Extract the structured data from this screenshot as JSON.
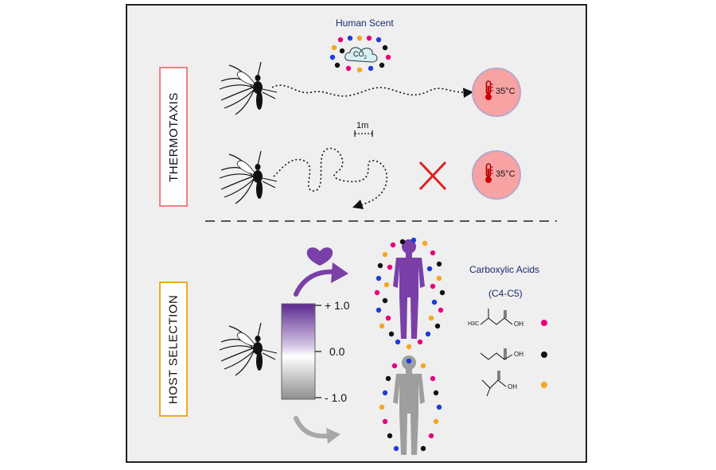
{
  "thermotaxis": {
    "section_label": "THERMOTAXIS",
    "scent_label": "Human Scent",
    "co2_label": "CO",
    "co2_sub": "2",
    "temperature": "35°C",
    "scale_label": "1m"
  },
  "host_selection": {
    "section_label": "HOST SELECTION",
    "scale_max": "+ 1.0",
    "scale_mid": "0.0",
    "scale_min": "- 1.0",
    "acids_title": "Carboxylic Acids",
    "acids_subtitle": "(C4-C5)",
    "molecules": [
      {
        "substituent": "H3C",
        "group": "OH",
        "dot_color": "#e6007e"
      },
      {
        "group": "OH",
        "dot_color": "#111111"
      },
      {
        "group": "OH",
        "dot_color": "#f5a623"
      }
    ]
  },
  "colors": {
    "thermotaxis_border": "#f08080",
    "host_border": "#f5a623",
    "heat_circle": "#f7a3a3",
    "purple": "#7b3fa8",
    "gray": "#9e9e9e",
    "cross": "#e02020",
    "navy": "#1b2a6e"
  },
  "icons": [
    "mosquito-icon",
    "thermometer-icon",
    "heart-icon",
    "human-silhouette-icon",
    "co2-cloud-icon",
    "cross-icon"
  ]
}
